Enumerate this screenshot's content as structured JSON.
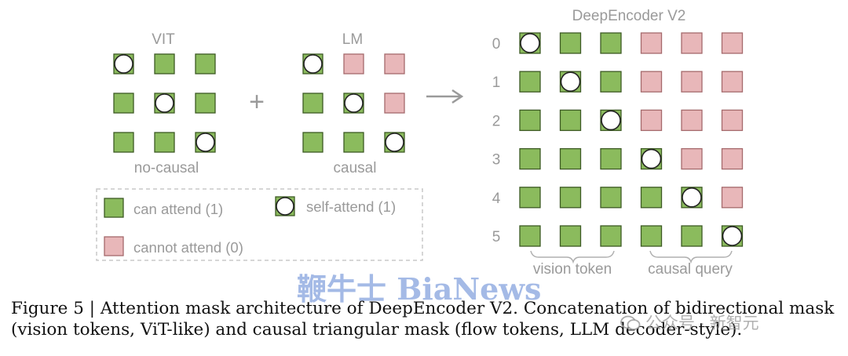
{
  "colors": {
    "attend_fill": "#8bbb5d",
    "attend_stroke": "#3d5a24",
    "mask_fill": "#e8b7b9",
    "mask_stroke": "#a56a6c",
    "label": "#9a9a9a"
  },
  "vit": {
    "title": "VIT",
    "label": "no-causal",
    "matrix": [
      [
        "self",
        "attend",
        "attend"
      ],
      [
        "attend",
        "self",
        "attend"
      ],
      [
        "attend",
        "attend",
        "self"
      ]
    ]
  },
  "plus": "+",
  "lm": {
    "title": "LM",
    "label": "causal",
    "matrix": [
      [
        "self",
        "mask",
        "mask"
      ],
      [
        "attend",
        "self",
        "mask"
      ],
      [
        "attend",
        "attend",
        "self"
      ]
    ]
  },
  "deepencoder": {
    "title": "DeepEncoder V2",
    "row_labels": [
      "0",
      "1",
      "2",
      "3",
      "4",
      "5"
    ],
    "matrix": [
      [
        "self",
        "attend",
        "attend",
        "mask",
        "mask",
        "mask"
      ],
      [
        "attend",
        "self",
        "attend",
        "mask",
        "mask",
        "mask"
      ],
      [
        "attend",
        "attend",
        "self",
        "mask",
        "mask",
        "mask"
      ],
      [
        "attend",
        "attend",
        "attend",
        "self",
        "mask",
        "mask"
      ],
      [
        "attend",
        "attend",
        "attend",
        "attend",
        "self",
        "mask"
      ],
      [
        "attend",
        "attend",
        "attend",
        "attend",
        "attend",
        "self"
      ]
    ],
    "group_labels": [
      "vision token",
      "causal query"
    ]
  },
  "legend": {
    "can_attend": "can attend (1)",
    "self_attend": "self-attend (1)",
    "cannot_attend": "cannot attend (0)"
  },
  "caption": "Figure 5 | Attention mask architecture of DeepEncoder V2. Concatenation of bidirectional mask (vision tokens, ViT-like) and causal triangular mask (flow tokens, LLM decoder-style).",
  "watermarks": {
    "bianews": "鞭牛士 BiaNews",
    "wechat": "公众号 · 新智元"
  }
}
